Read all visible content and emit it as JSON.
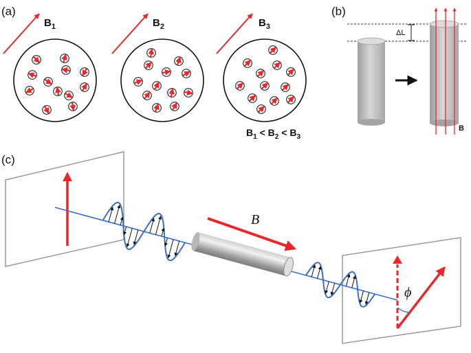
{
  "panel_labels": {
    "a": "(a)",
    "b": "(b)",
    "c": "(c)"
  },
  "panel_a": {
    "fields": [
      {
        "letter": "B",
        "sub": "1"
      },
      {
        "letter": "B",
        "sub": "2"
      },
      {
        "letter": "B",
        "sub": "3"
      }
    ],
    "relation": {
      "b1": "B",
      "s1": "1",
      "lt1": " < ",
      "b2": "B",
      "s2": "2",
      "lt2": " < ",
      "b3": "B",
      "s3": "3"
    }
  },
  "panel_b": {
    "delta_label": "ΔL",
    "field_label": "B"
  },
  "panel_c": {
    "field_label": "B",
    "angle_label": "ϕ"
  },
  "colors": {
    "arrow_red": "#e8272a",
    "wave_blue": "#3a6fc4",
    "frame_gray": "#9a9a9a",
    "rod_gray": "#bdbdbd"
  }
}
